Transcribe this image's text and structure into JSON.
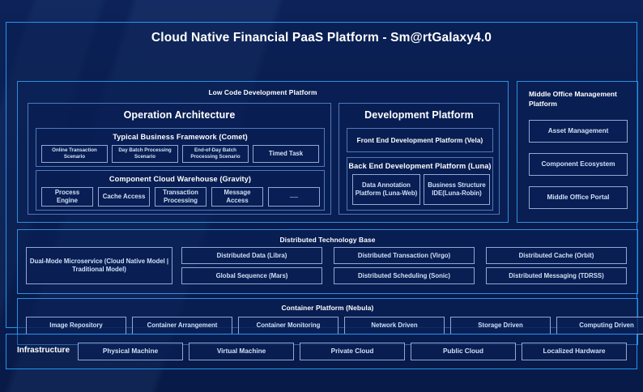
{
  "title": "Cloud Native Financial PaaS Platform - Sm@rtGalaxy4.0",
  "colors": {
    "background": "#0a1f52",
    "frame_border": "#2196f3",
    "panel_border": "#2f8fe0",
    "chip_border": "#8fa9d4",
    "chip_text": "#cfe0f5",
    "title_text": "#ffffff"
  },
  "low_code": {
    "header": "Low Code Development Platform",
    "operation_architecture": {
      "header": "Operation Architecture",
      "comet": {
        "header": "Typical Business Framework (Comet)",
        "items": [
          "Online Transaction Scenario",
          "Day Batch Processing Scenario",
          "End-of-Day Batch Processing Scenario",
          "Timed Task"
        ]
      },
      "gravity": {
        "header": "Component Cloud Warehouse (Gravity)",
        "items": [
          "Process Engine",
          "Cache Access",
          "Transaction Processing",
          "Message Access",
          "......"
        ]
      }
    },
    "development_platform": {
      "header": "Development Platform",
      "front_end": "Front End Development Platform (Vela)",
      "back_end": {
        "header": "Back End Development Platform (Luna)",
        "items": [
          "Data Annotation Platform (Luna-Web)",
          "Business Structure IDE(Luna-Robin)"
        ]
      }
    }
  },
  "middle_office": {
    "header": "Middle Office Management Platform",
    "items": [
      "Asset Management",
      "Component Ecosystem",
      "Middle Office Portal"
    ]
  },
  "distributed_technology_base": {
    "header": "Distributed Technology Base",
    "dual_mode": "Dual-Mode Microservice (Cloud Native Model | Traditional Model)",
    "grid": [
      "Distributed Data (Libra)",
      "Distributed Transaction (Virgo)",
      "Distributed Cache (Orbit)",
      "Global Sequence (Mars)",
      "Distributed Scheduling (Sonic)",
      "Distributed Messaging (TDRSS)"
    ]
  },
  "container_platform": {
    "header": "Container Platform (Nebula)",
    "items": [
      "Image Repository",
      "Container Arrangement",
      "Container Monitoring",
      "Network Driven",
      "Storage Driven",
      "Computing Driven"
    ]
  },
  "infrastructure": {
    "label": "Infrastructure",
    "items": [
      "Physical Machine",
      "Virtual Machine",
      "Private Cloud",
      "Public Cloud",
      "Localized Hardware"
    ]
  }
}
